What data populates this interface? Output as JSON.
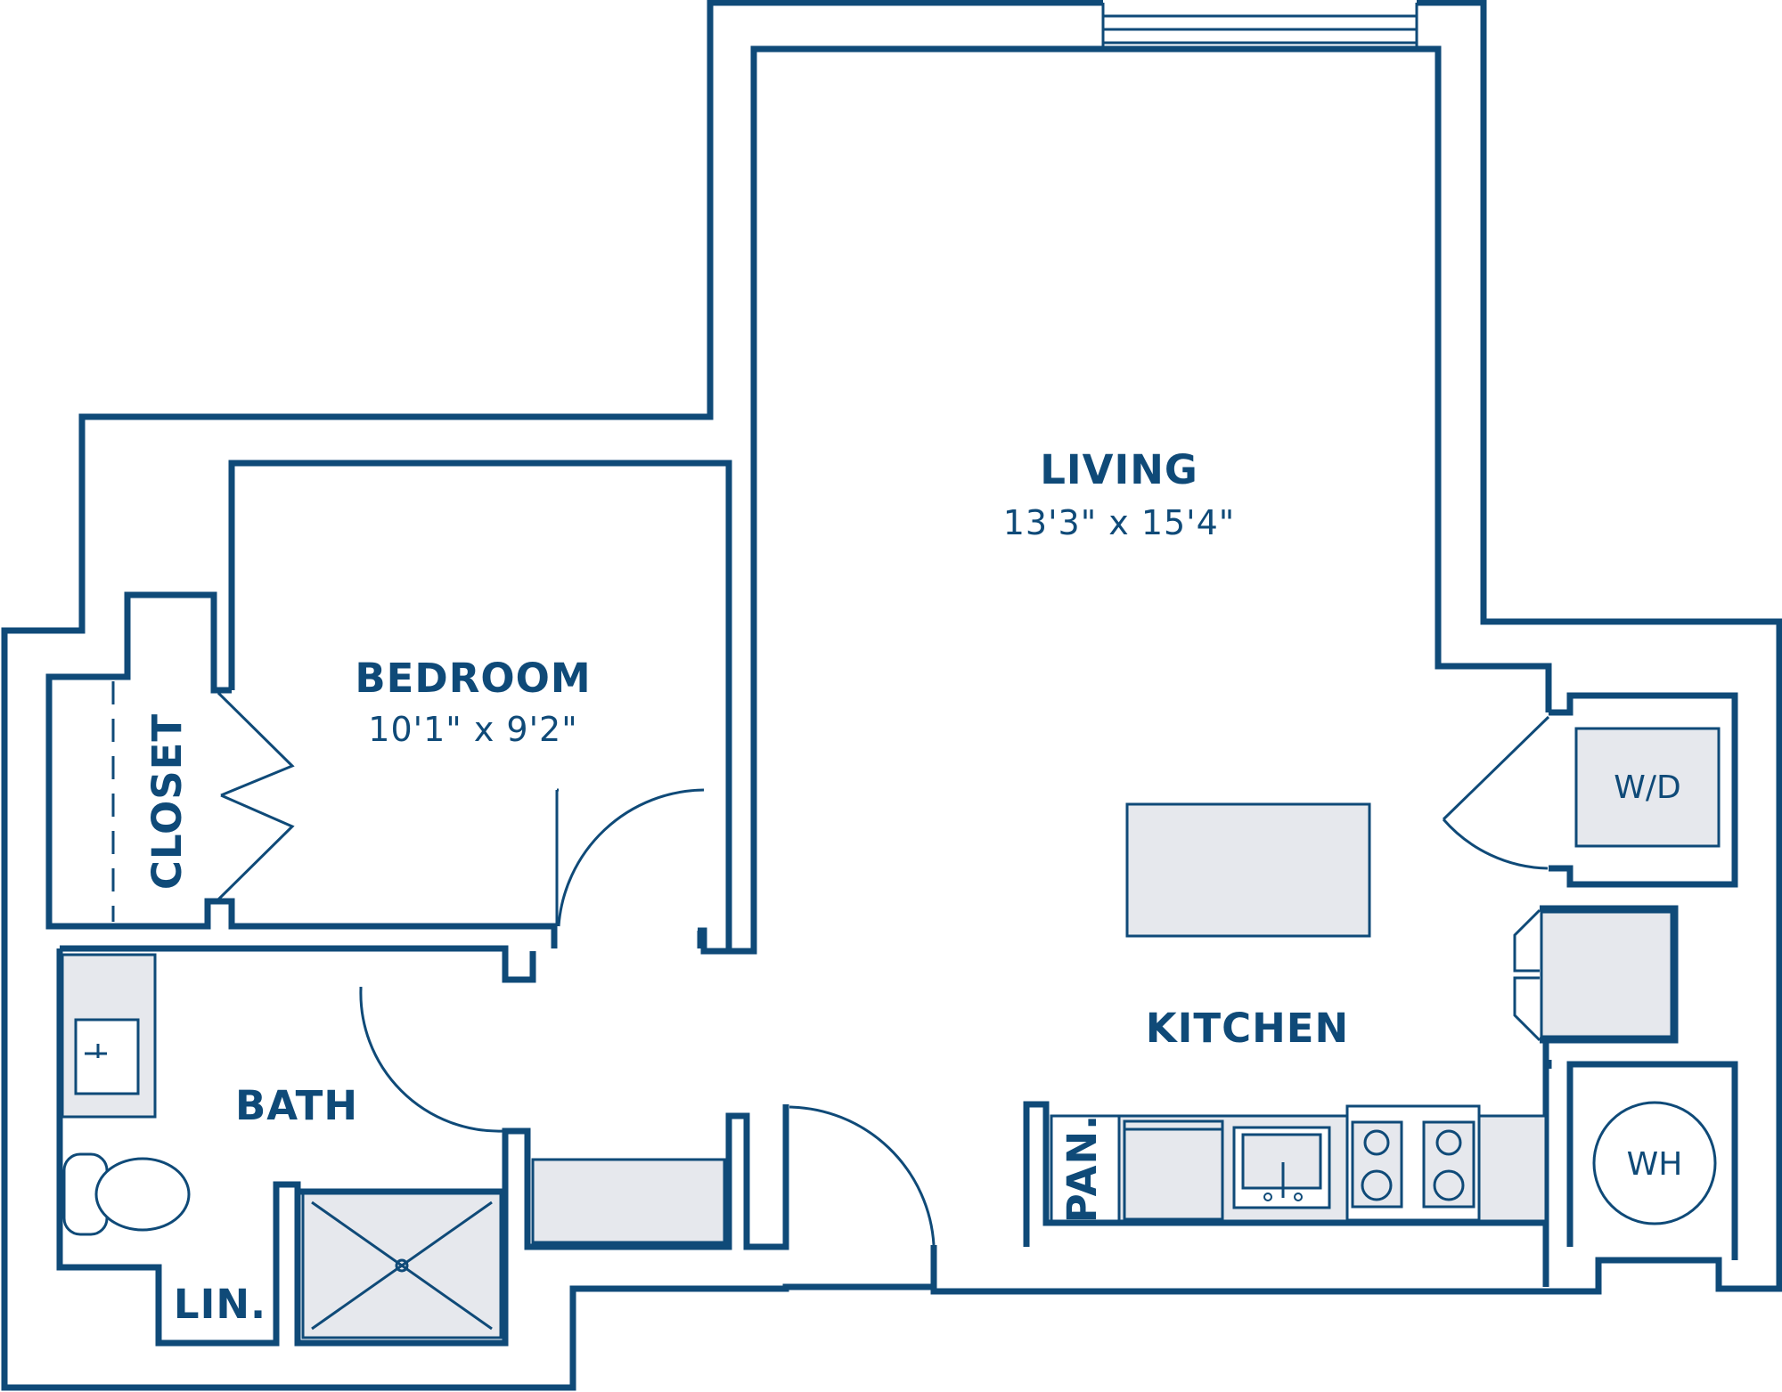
{
  "rooms": {
    "living": {
      "name": "LIVING",
      "size": "13'3\" x 15'4\""
    },
    "bedroom": {
      "name": "BEDROOM",
      "size": "10'1\" x 9'2\""
    },
    "kitchen": {
      "name": "KITCHEN"
    },
    "bath": {
      "name": "BATH"
    },
    "closet": {
      "name": "CLOSET"
    },
    "linen": {
      "name": "LIN."
    },
    "pantry": {
      "name": "PAN."
    }
  },
  "appliances": {
    "washer_dryer": "W/D",
    "water_heater": "WH"
  },
  "colors": {
    "wall": "#0f4a78",
    "fixture_fill": "#e6e8ed",
    "background": "#ffffff"
  }
}
